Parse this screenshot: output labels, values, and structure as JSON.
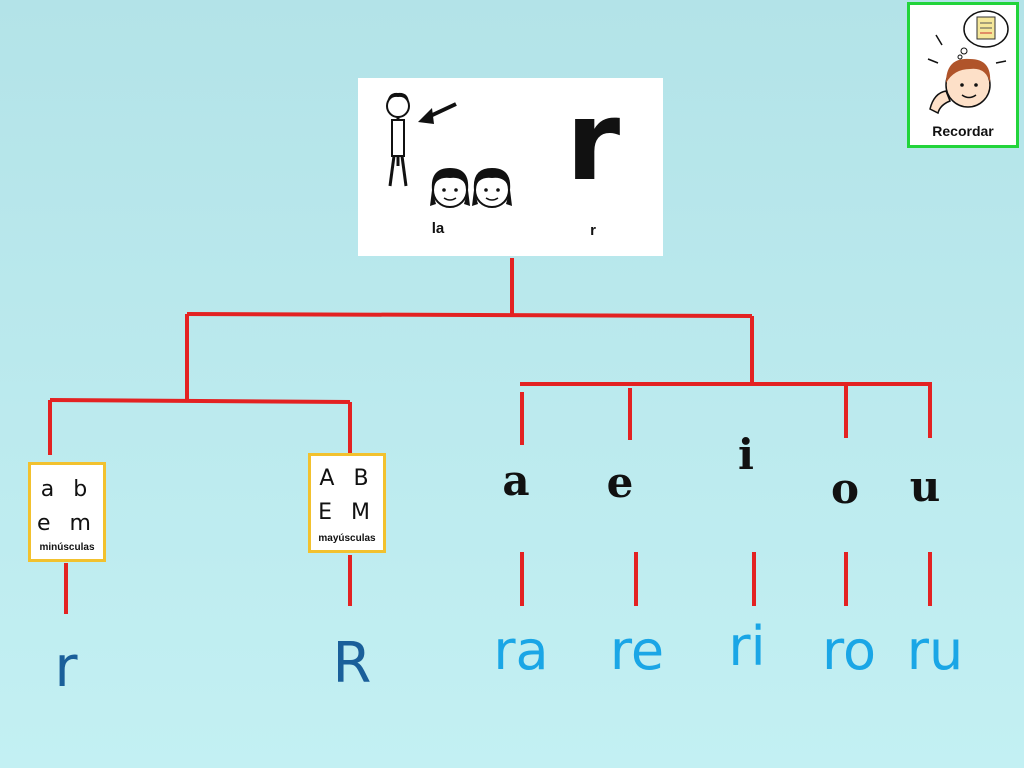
{
  "top_card": {
    "letter": "r",
    "caption_left": "la",
    "caption_right": "r"
  },
  "recordar": {
    "label": "Recordar",
    "note_icon": "sticky-note-icon"
  },
  "lowercase_card": {
    "row1": "a b",
    "row2": "e m",
    "label": "minúsculas"
  },
  "uppercase_card": {
    "row1": "A B",
    "row2": "E M",
    "label": "mayúsculas"
  },
  "vowels": [
    "a",
    "e",
    "i",
    "o",
    "u"
  ],
  "bottom": {
    "lower": "r",
    "upper": "R",
    "syllables": [
      "ra",
      "re",
      "ri",
      "ro",
      "ru"
    ]
  },
  "colors": {
    "line": "#e32222",
    "dark_blue": "#1a5f9a",
    "light_blue": "#1aa6e6",
    "recordar_border": "#22d43b",
    "card_border": "#f2c12e"
  }
}
